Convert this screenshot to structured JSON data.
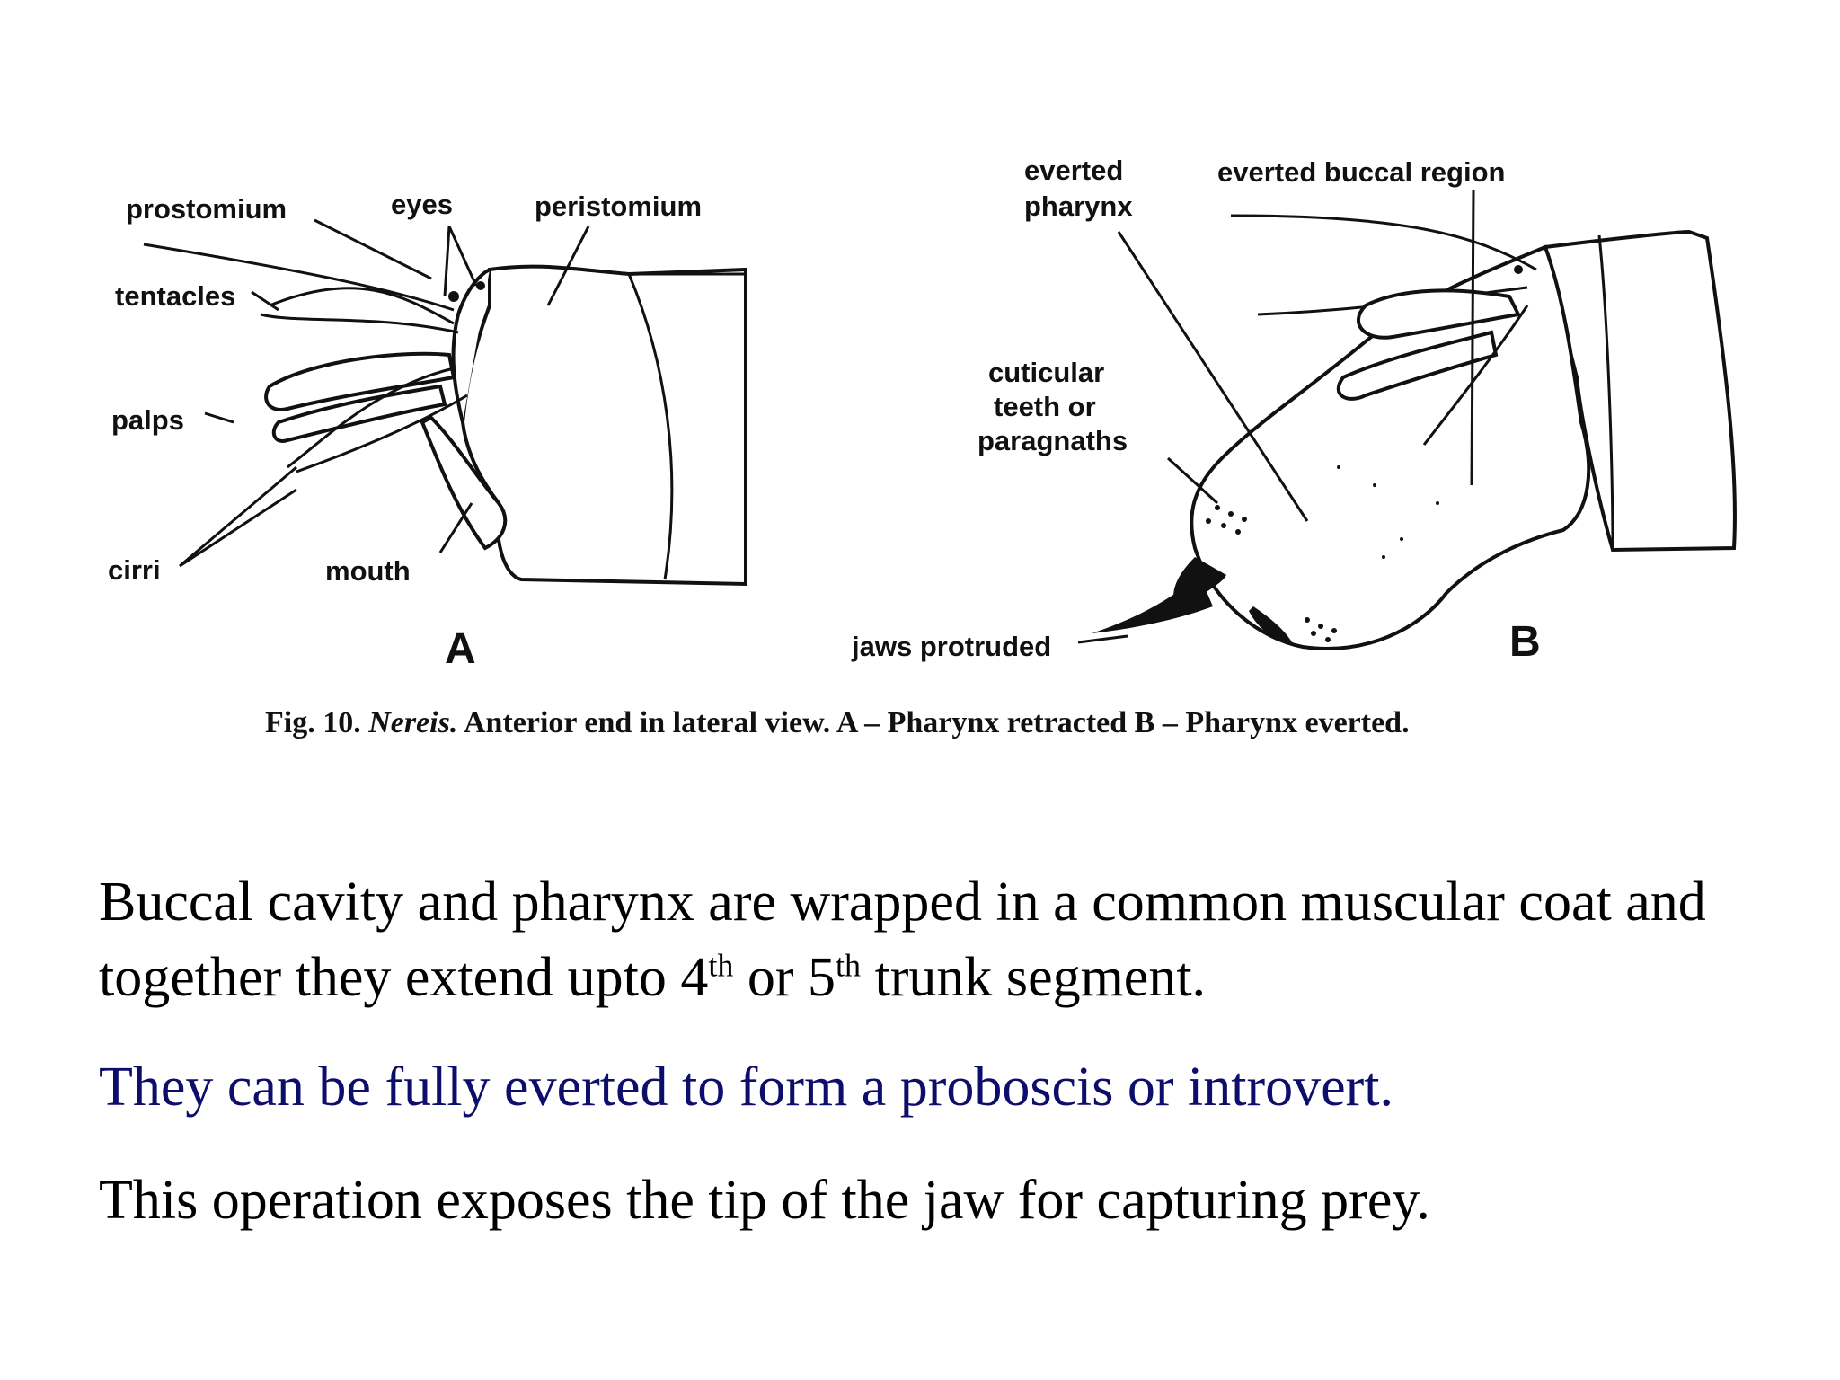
{
  "figure": {
    "panel_a": {
      "letter": "A",
      "labels": {
        "prostomium": "prostomium",
        "eyes": "eyes",
        "peristomium": "peristomium",
        "tentacles": "tentacles",
        "palps": "palps",
        "cirri": "cirri",
        "mouth": "mouth"
      }
    },
    "panel_b": {
      "letter": "B",
      "labels": {
        "everted_pharynx_1": "everted",
        "everted_pharynx_2": "pharynx",
        "everted_buccal_region": "everted buccal region",
        "cuticular_1": "cuticular",
        "cuticular_2": "teeth or",
        "cuticular_3": "paragnaths",
        "jaws_protruded": "jaws protruded"
      }
    },
    "caption": {
      "prefix": "Fig. 10. ",
      "genus": "Nereis.",
      "rest": " Anterior end in lateral view.   A – Pharynx retracted  B – Pharynx everted."
    }
  },
  "paragraphs": {
    "p1_part1": "Buccal cavity and pharynx are wrapped in a common muscular coat and together they extend upto 4",
    "p1_sup1": "th",
    "p1_part2": " or 5",
    "p1_sup2": "th",
    "p1_part3": " trunk segment.",
    "p2": "They can be fully everted to form  a proboscis or introvert.",
    "p3": "This operation exposes the tip of the jaw for capturing prey."
  },
  "colors": {
    "body_text": "#000000",
    "highlight_text": "#0d0d6b",
    "line_art": "#111111"
  }
}
